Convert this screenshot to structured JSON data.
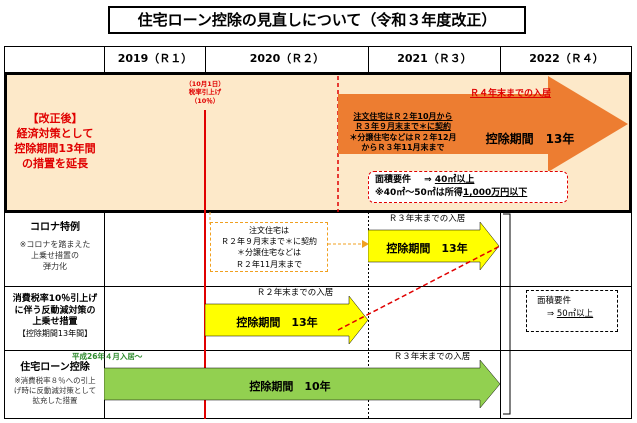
{
  "title": "住宅ローン控除の見直しについて（令和３年度改正）",
  "years": [
    "2019（Ｒ１）",
    "2020（Ｒ２）",
    "2021（Ｒ３）",
    "2022（Ｒ４）"
  ],
  "rows": {
    "reform": {
      "label": [
        "【改正後】",
        "経済対策として",
        "控除期間13年間",
        "の措置を延長"
      ],
      "top_note": "Ｒ４年末までの入居",
      "contract_note": [
        "注文住宅はＲ２年10月から",
        "Ｒ３年９月末まで＊に契約",
        "＊分譲住宅などはＲ２年12月",
        "からＲ３年11月末まで"
      ],
      "deduction": "控除期間　13年",
      "area_req": "面積要件",
      "area_arrow": "⇒",
      "area_value": "40㎡以上",
      "income_prefix": "※40㎡～50㎡は所得",
      "income_value": "1,000万円以下"
    },
    "corona": {
      "label": "コロナ特例",
      "note": [
        "※コロナを踏まえた",
        "上乗せ措置の",
        "弾力化"
      ],
      "contract_note": [
        "注文住宅は",
        "Ｒ２年９月末まで＊に契約",
        "＊分譲住宅などは",
        "Ｒ２年11月末まで"
      ],
      "entry_note": "Ｒ３年末までの入居",
      "deduction": "控除期間　13年"
    },
    "consumption": {
      "label": [
        "消費税率10％引上げ",
        "に伴う反動減対策の",
        "上乗せ措置",
        "【控除期間13年間】"
      ],
      "entry_note": "Ｒ２年末までの入居",
      "deduction": "控除期間　13年",
      "area_req": "面積要件",
      "area_arrow": "⇒",
      "area_value": "50㎡以上"
    },
    "loan": {
      "start_note": "平成26年４月入居～",
      "label": "住宅ローン控除",
      "note": [
        "※消費税率８％への引上",
        "げ時に反動減対策として",
        "拡充した措置"
      ],
      "entry_note": "Ｒ３年末までの入居",
      "deduction": "控除期間　10年"
    }
  },
  "tax_marker": [
    "（10月1日）",
    "税率引上げ",
    "（10％）"
  ],
  "colors": {
    "reform_bg": "#fde9c9",
    "reform_arrow": "#ed7d31",
    "yellow_arrow": "#ffff00",
    "green_arrow": "#92d050",
    "red": "#e00000",
    "dashed_orange": "#f0a020"
  }
}
